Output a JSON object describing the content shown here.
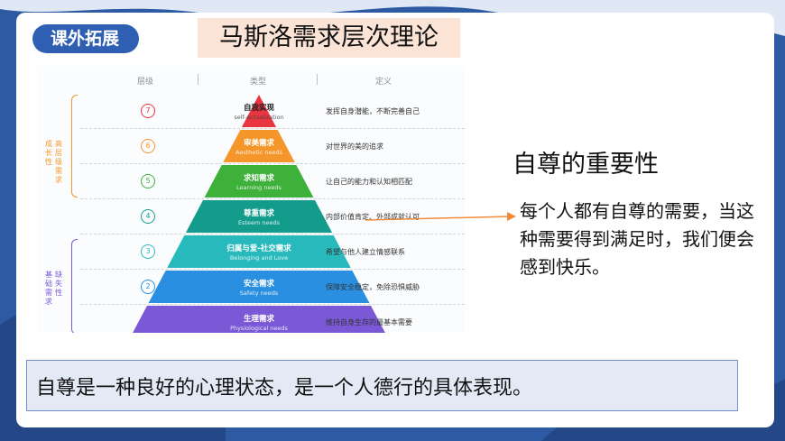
{
  "badge": "课外拓展",
  "title": "马斯洛需求层次理论",
  "pyramid": {
    "headers": [
      "层级",
      "类型",
      "定义"
    ],
    "tiers": [
      {
        "level": "7",
        "name": "自我实现",
        "en": "self-actualization",
        "definition": "发挥自身潜能，不断完善自己",
        "color": "#e8353f"
      },
      {
        "level": "6",
        "name": "审美需求",
        "en": "Aesthetic needs",
        "definition": "对世界的美的追求",
        "color": "#f5962a"
      },
      {
        "level": "5",
        "name": "求知需求",
        "en": "Learning needs",
        "definition": "让自己的能力和认知相匹配",
        "color": "#3db13a"
      },
      {
        "level": "4",
        "name": "尊重需求",
        "en": "Esteem needs",
        "definition": "内部价值肯定、外部成就认可",
        "color": "#139c8c"
      },
      {
        "level": "3",
        "name": "归属与爱-社交需求",
        "en": "Belonging and Love",
        "definition": "希望与他人建立情感联系",
        "color": "#27b9bb"
      },
      {
        "level": "2",
        "name": "安全需求",
        "en": "Safety needs",
        "definition": "保障安全稳定，免除恐惧威胁",
        "color": "#2a8fe0"
      },
      {
        "level": "1",
        "name": "生理需求",
        "en": "Physiological needs",
        "definition": "维持自身生存的最基本需要",
        "color": "#7a58d6"
      }
    ],
    "side_high": "高成长层级性需求",
    "side_low": "基缺础失需性求"
  },
  "subtitle": "自尊的重要性",
  "paragraph": "每个人都有自尊的需要，当这种需要得到满足时，我们便会感到快乐。",
  "bottom": "自尊是一种良好的心理状态，是一个人德行的具体表现。",
  "colors": {
    "accent": "#2f5fb3",
    "arrow": "#ef8b3a",
    "title_bg": "#fbe4d6",
    "bottom_bg": "#e3eaf6"
  }
}
